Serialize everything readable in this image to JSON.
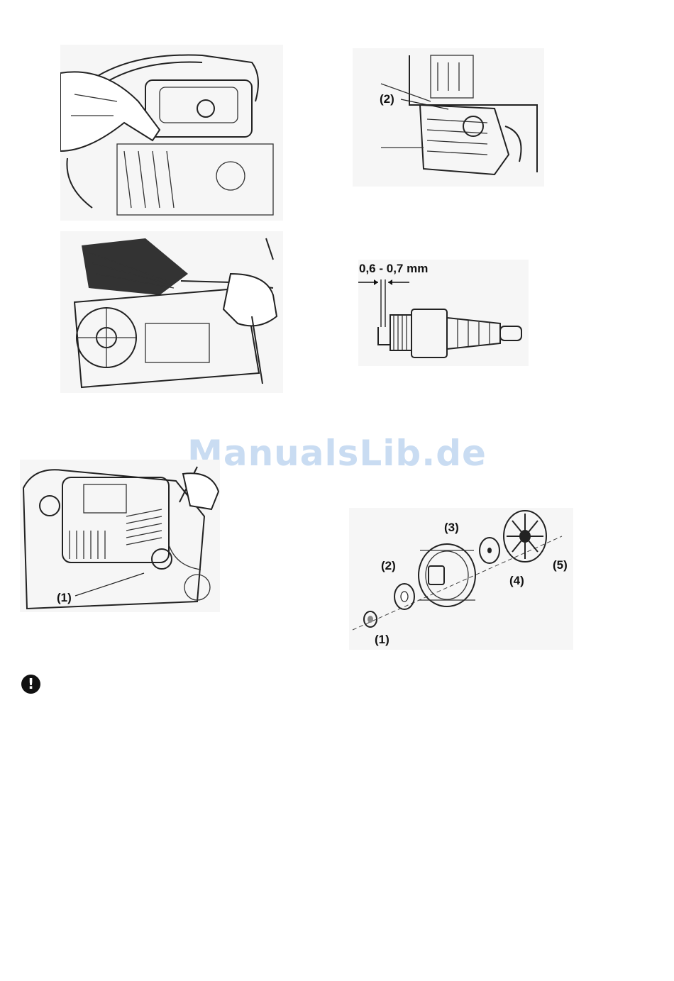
{
  "watermark": "ManualsLib.de",
  "figures": {
    "fig_top_right": {
      "callout": "(2)"
    },
    "fig_spark_plug": {
      "gap": "0,6 - 0,7 mm"
    },
    "fig_bottom_left": {
      "callout": "(1)"
    },
    "fig_sprocket": {
      "callouts": [
        "(1)",
        "(2)",
        "(3)",
        "(4)",
        "(5)"
      ]
    }
  },
  "warning_icon": "exclamation-circle-icon",
  "warning_glyph": "!"
}
